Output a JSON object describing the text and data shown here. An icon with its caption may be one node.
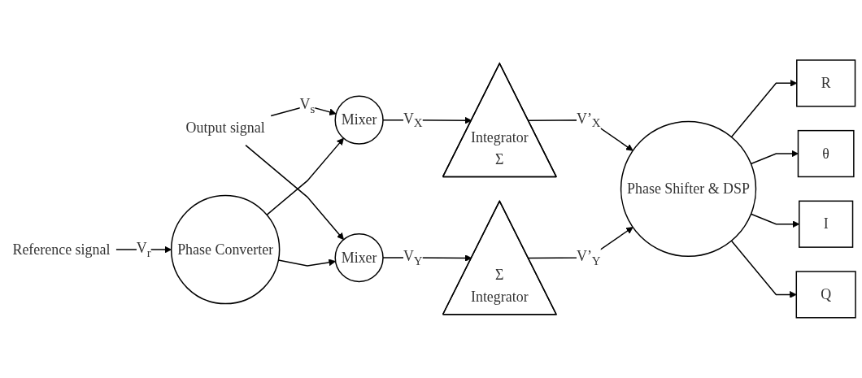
{
  "diagram": {
    "nodes": [
      {
        "text": [
          "Output signal"
        ]
      },
      {
        "text": [
          "Reference signal"
        ]
      },
      {
        "text": [
          "Mixer"
        ]
      },
      {
        "text": [
          "Phase Converter"
        ]
      },
      {
        "text": [
          "Mixer"
        ]
      },
      {
        "text": [
          "Integrator",
          "Σ"
        ]
      },
      {
        "text": [
          "Σ",
          "Integrator"
        ]
      },
      {
        "text": [
          "Phase Shifter & DSP"
        ]
      },
      {
        "text": [
          "R"
        ]
      },
      {
        "text": [
          "θ"
        ]
      },
      {
        "text": [
          "I"
        ]
      },
      {
        "text": [
          "Q"
        ]
      }
    ],
    "edges": [
      {
        "from": 0,
        "to": 2,
        "arrow": "to",
        "label": "V$_{s}$"
      },
      {
        "from": 0,
        "to": 4,
        "arrow": "to"
      },
      {
        "from": 1,
        "to": 3,
        "arrow": "to",
        "label": "V$_{r}$"
      },
      {
        "from": 3,
        "to": 2,
        "arrow": "to"
      },
      {
        "from": 3,
        "to": 4,
        "arrow": "to"
      },
      {
        "from": 2,
        "to": 5,
        "arrow": "to",
        "label": "V$_{X}$"
      },
      {
        "from": 4,
        "to": 6,
        "arrow": "to",
        "label": "V$_{Y}$"
      },
      {
        "from": 5,
        "to": 7,
        "arrow": "to",
        "label": "V’$_{X}$"
      },
      {
        "from": 6,
        "to": 7,
        "arrow": "to",
        "label": "V’$_{Y}$"
      },
      {
        "from": 7,
        "to": 8,
        "arrow": "to"
      },
      {
        "from": 7,
        "to": 9,
        "arrow": "to"
      },
      {
        "from": 7,
        "to": 10,
        "arrow": "to"
      },
      {
        "from": 7,
        "to": 11,
        "arrow": "to"
      }
    ]
  }
}
